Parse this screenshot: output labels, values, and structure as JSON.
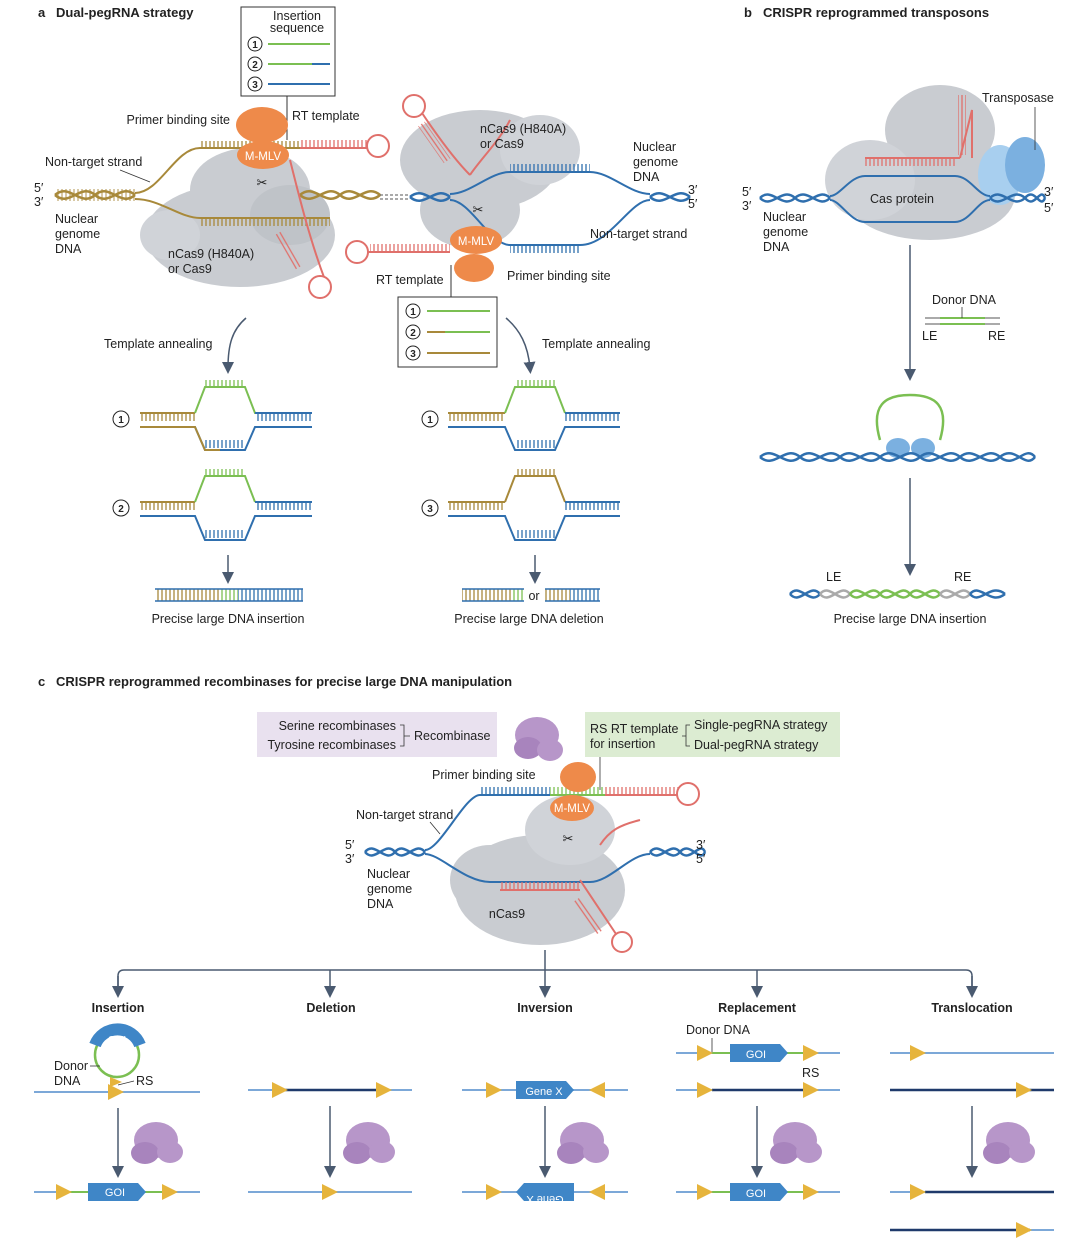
{
  "panel_a": {
    "letter": "a",
    "title": "Dual-pegRNA strategy",
    "insertion_box_title_1": "Insertion",
    "insertion_box_title_2": "sequence",
    "nums": [
      "1",
      "2",
      "3"
    ],
    "primer_binding_site": "Primer binding site",
    "rt_template": "RT template",
    "non_target_strand": "Non-target strand",
    "mmlv": "M-MLV",
    "end_5": "5′",
    "end_3": "3′",
    "nuclear_genome_dna_1": "Nuclear",
    "nuclear_genome_dna_2": "genome",
    "nuclear_genome_dna_3": "DNA",
    "ncas9_1": "nCas9 (H840A)",
    "ncas9_2": "or Cas9",
    "template_annealing": "Template annealing",
    "result_insertion": "Precise large DNA insertion",
    "result_deletion": "Precise large DNA deletion",
    "or": "or"
  },
  "panel_b": {
    "letter": "b",
    "title": "CRISPR reprogrammed transposons",
    "transposase": "Transposase",
    "cas_protein": "Cas protein",
    "donor_dna": "Donor DNA",
    "le": "LE",
    "re": "RE",
    "result": "Precise large DNA insertion"
  },
  "panel_c": {
    "letter": "c",
    "title": "CRISPR reprogrammed recombinases for precise large DNA manipulation",
    "serine": "Serine recombinases",
    "tyrosine": "Tyrosine recombinases",
    "recombinase": "Recombinase",
    "rs_rt_1": "RS RT template",
    "rs_rt_2": "for insertion",
    "single_peg": "Single-pegRNA strategy",
    "dual_peg": "Dual-pegRNA strategy",
    "primer_binding_site": "Primer binding site",
    "non_target_strand": "Non-target strand",
    "ncas9": "nCas9",
    "outcomes": [
      "Insertion",
      "Deletion",
      "Inversion",
      "Replacement",
      "Translocation"
    ],
    "goi": "GOI",
    "gene_x": "Gene X",
    "donor_dna": "Donor DNA",
    "donor": "Donor",
    "dna": "DNA",
    "rs": "RS"
  },
  "colors": {
    "gold": "#a8893a",
    "blue": "#2f6fae",
    "green": "#7bbf52",
    "pink": "#e0706b",
    "orange": "#ee8a4a",
    "purple": "#b796c9",
    "cas_gray": "#c9ccd1",
    "yellow_tri": "#e6b43c"
  }
}
